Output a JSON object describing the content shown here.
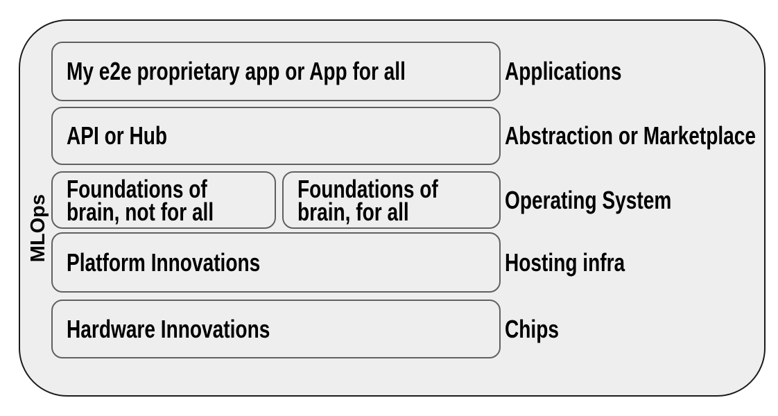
{
  "diagram": {
    "side_label": "MLOps",
    "rows": [
      {
        "boxes": [
          {
            "text": "My e2e proprietary app or App for all"
          }
        ],
        "label": "Applications"
      },
      {
        "boxes": [
          {
            "text": "API or Hub"
          }
        ],
        "label": "Abstraction or Marketplace"
      },
      {
        "boxes": [
          {
            "text": "Foundations of\nbrain, not for all"
          },
          {
            "text": "Foundations of\nbrain, for all"
          }
        ],
        "label": "Operating System"
      },
      {
        "boxes": [
          {
            "text": "Platform Innovations"
          }
        ],
        "label": "Hosting infra"
      },
      {
        "boxes": [
          {
            "text": "Hardware Innovations"
          }
        ],
        "label": "Chips"
      }
    ],
    "colors": {
      "canvas_bg": "#ffffff",
      "container_fill": "#eeeeee",
      "container_border": "#1b1b1b",
      "box_fill": "#eeeeee",
      "box_border": "#606060",
      "text": "#000000"
    }
  }
}
